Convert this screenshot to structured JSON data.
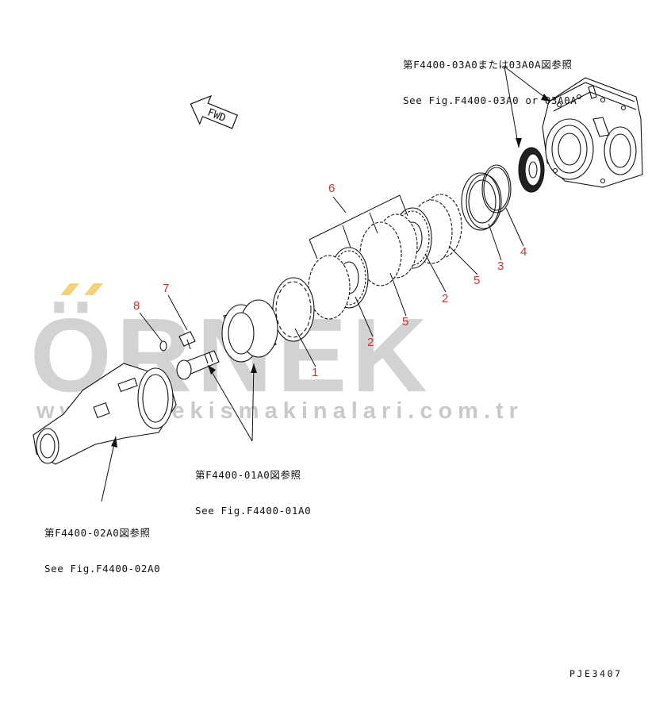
{
  "references": {
    "top_right": {
      "line1": "第F4400-03A0または03A0A図参照",
      "line2": "See Fig.F4400-03A0 or 03A0A"
    },
    "middle": {
      "line1": "第F4400-01A0図参照",
      "line2": "See Fig.F4400-01A0"
    },
    "bottom_left": {
      "line1": "第F4400-02A0図参照",
      "line2": "See Fig.F4400-02A0"
    }
  },
  "fwd_label": "FWD",
  "callouts": {
    "c1": "1",
    "c2a": "2",
    "c2b": "2",
    "c3": "3",
    "c4": "4",
    "c5a": "5",
    "c5b": "5",
    "c6": "6",
    "c7": "7",
    "c8": "8"
  },
  "watermark": {
    "brand": "ÖRNEK",
    "url": "www.ornekismakinalari.com.tr"
  },
  "drawing_code": "PJE3407",
  "colors": {
    "callout": "#d03030",
    "line": "#111111",
    "watermark": "#d2d2d2",
    "accent": "#f3d37a"
  }
}
